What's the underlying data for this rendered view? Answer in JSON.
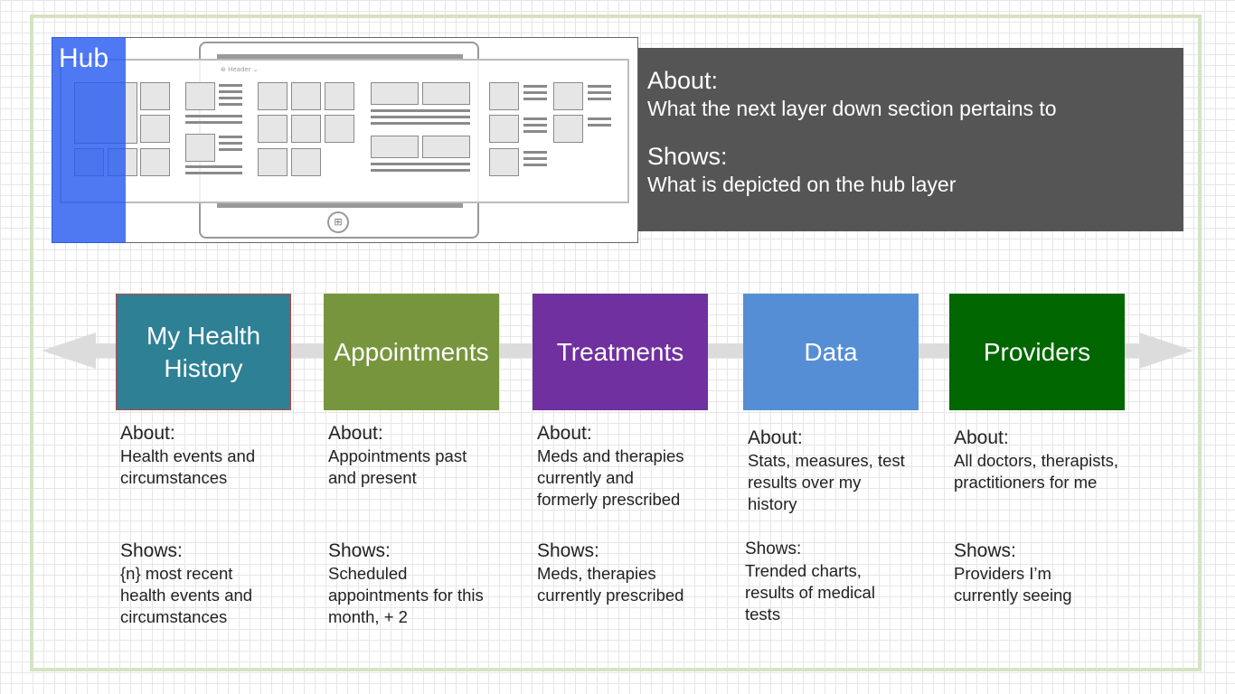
{
  "hub": {
    "label": "Hub",
    "thumbnail_header": "⊛ Header ⌄",
    "windows_icon": "windows-logo-icon"
  },
  "hub_info": {
    "about_heading": "About:",
    "about_text": "What the next layer down section pertains to",
    "shows_heading": "Shows:",
    "shows_text": "What is depicted on the hub layer"
  },
  "sections": [
    {
      "title_lines": [
        "My Health",
        "History"
      ],
      "color": "#2e8095",
      "about_heading": "About:",
      "about_lines": [
        "Health events and",
        "circumstances"
      ],
      "shows_heading": "Shows:",
      "shows_lines": [
        "{n} most recent",
        "health events and",
        "circumstances"
      ]
    },
    {
      "title_lines": [
        "Appointments"
      ],
      "color": "#77953d",
      "about_heading": "About:",
      "about_lines": [
        "Appointments past",
        "and present"
      ],
      "shows_heading": "Shows:",
      "shows_lines": [
        "Scheduled",
        "appointments for this",
        "month, + 2"
      ]
    },
    {
      "title_lines": [
        "Treatments"
      ],
      "color": "#7030a0",
      "about_heading": "About:",
      "about_lines": [
        "Meds and therapies",
        "currently and",
        "formerly prescribed"
      ],
      "shows_heading": "Shows:",
      "shows_lines": [
        "Meds, therapies",
        "currently prescribed"
      ]
    },
    {
      "title_lines": [
        "Data"
      ],
      "color": "#558ed5",
      "about_heading": "About:",
      "about_lines": [
        "Stats, measures, test",
        "results over my",
        "history"
      ],
      "shows_heading": "Shows:",
      "shows_lines": [
        "Trended charts,",
        "results of medical",
        "tests"
      ]
    },
    {
      "title_lines": [
        "Providers"
      ],
      "color": "#006600",
      "about_heading": "About:",
      "about_lines": [
        "All doctors, therapists,",
        "practitioners for me"
      ],
      "shows_heading": "Shows:",
      "shows_lines": [
        "Providers I’m",
        "currently seeing"
      ]
    }
  ]
}
